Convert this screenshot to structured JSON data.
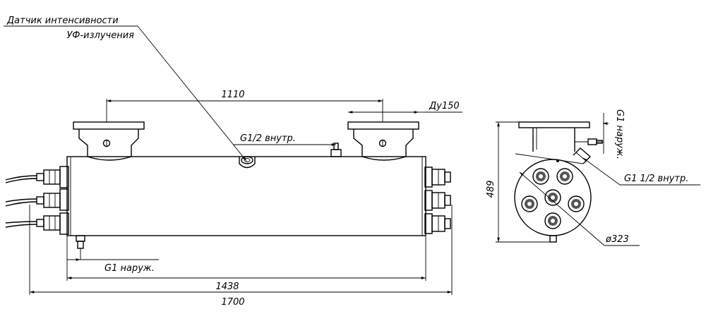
{
  "labels": {
    "sensor_line1": "Датчик интенсивности",
    "sensor_line2": "УФ-излучения",
    "inlet_thread": "G1/2 внутр.",
    "flange_dn": "Ду150",
    "drain_thread": "G1 наруж.",
    "side_top_thread": "G1 наруж.",
    "side_port_thread": "G1 1/2 внутр."
  },
  "dimensions": {
    "flange_spacing": "1110",
    "body_length": "1438",
    "overall_length": "1700",
    "overall_height": "489",
    "body_diameter": "ø323"
  },
  "colors": {
    "line": "#000000",
    "background": "#ffffff"
  }
}
